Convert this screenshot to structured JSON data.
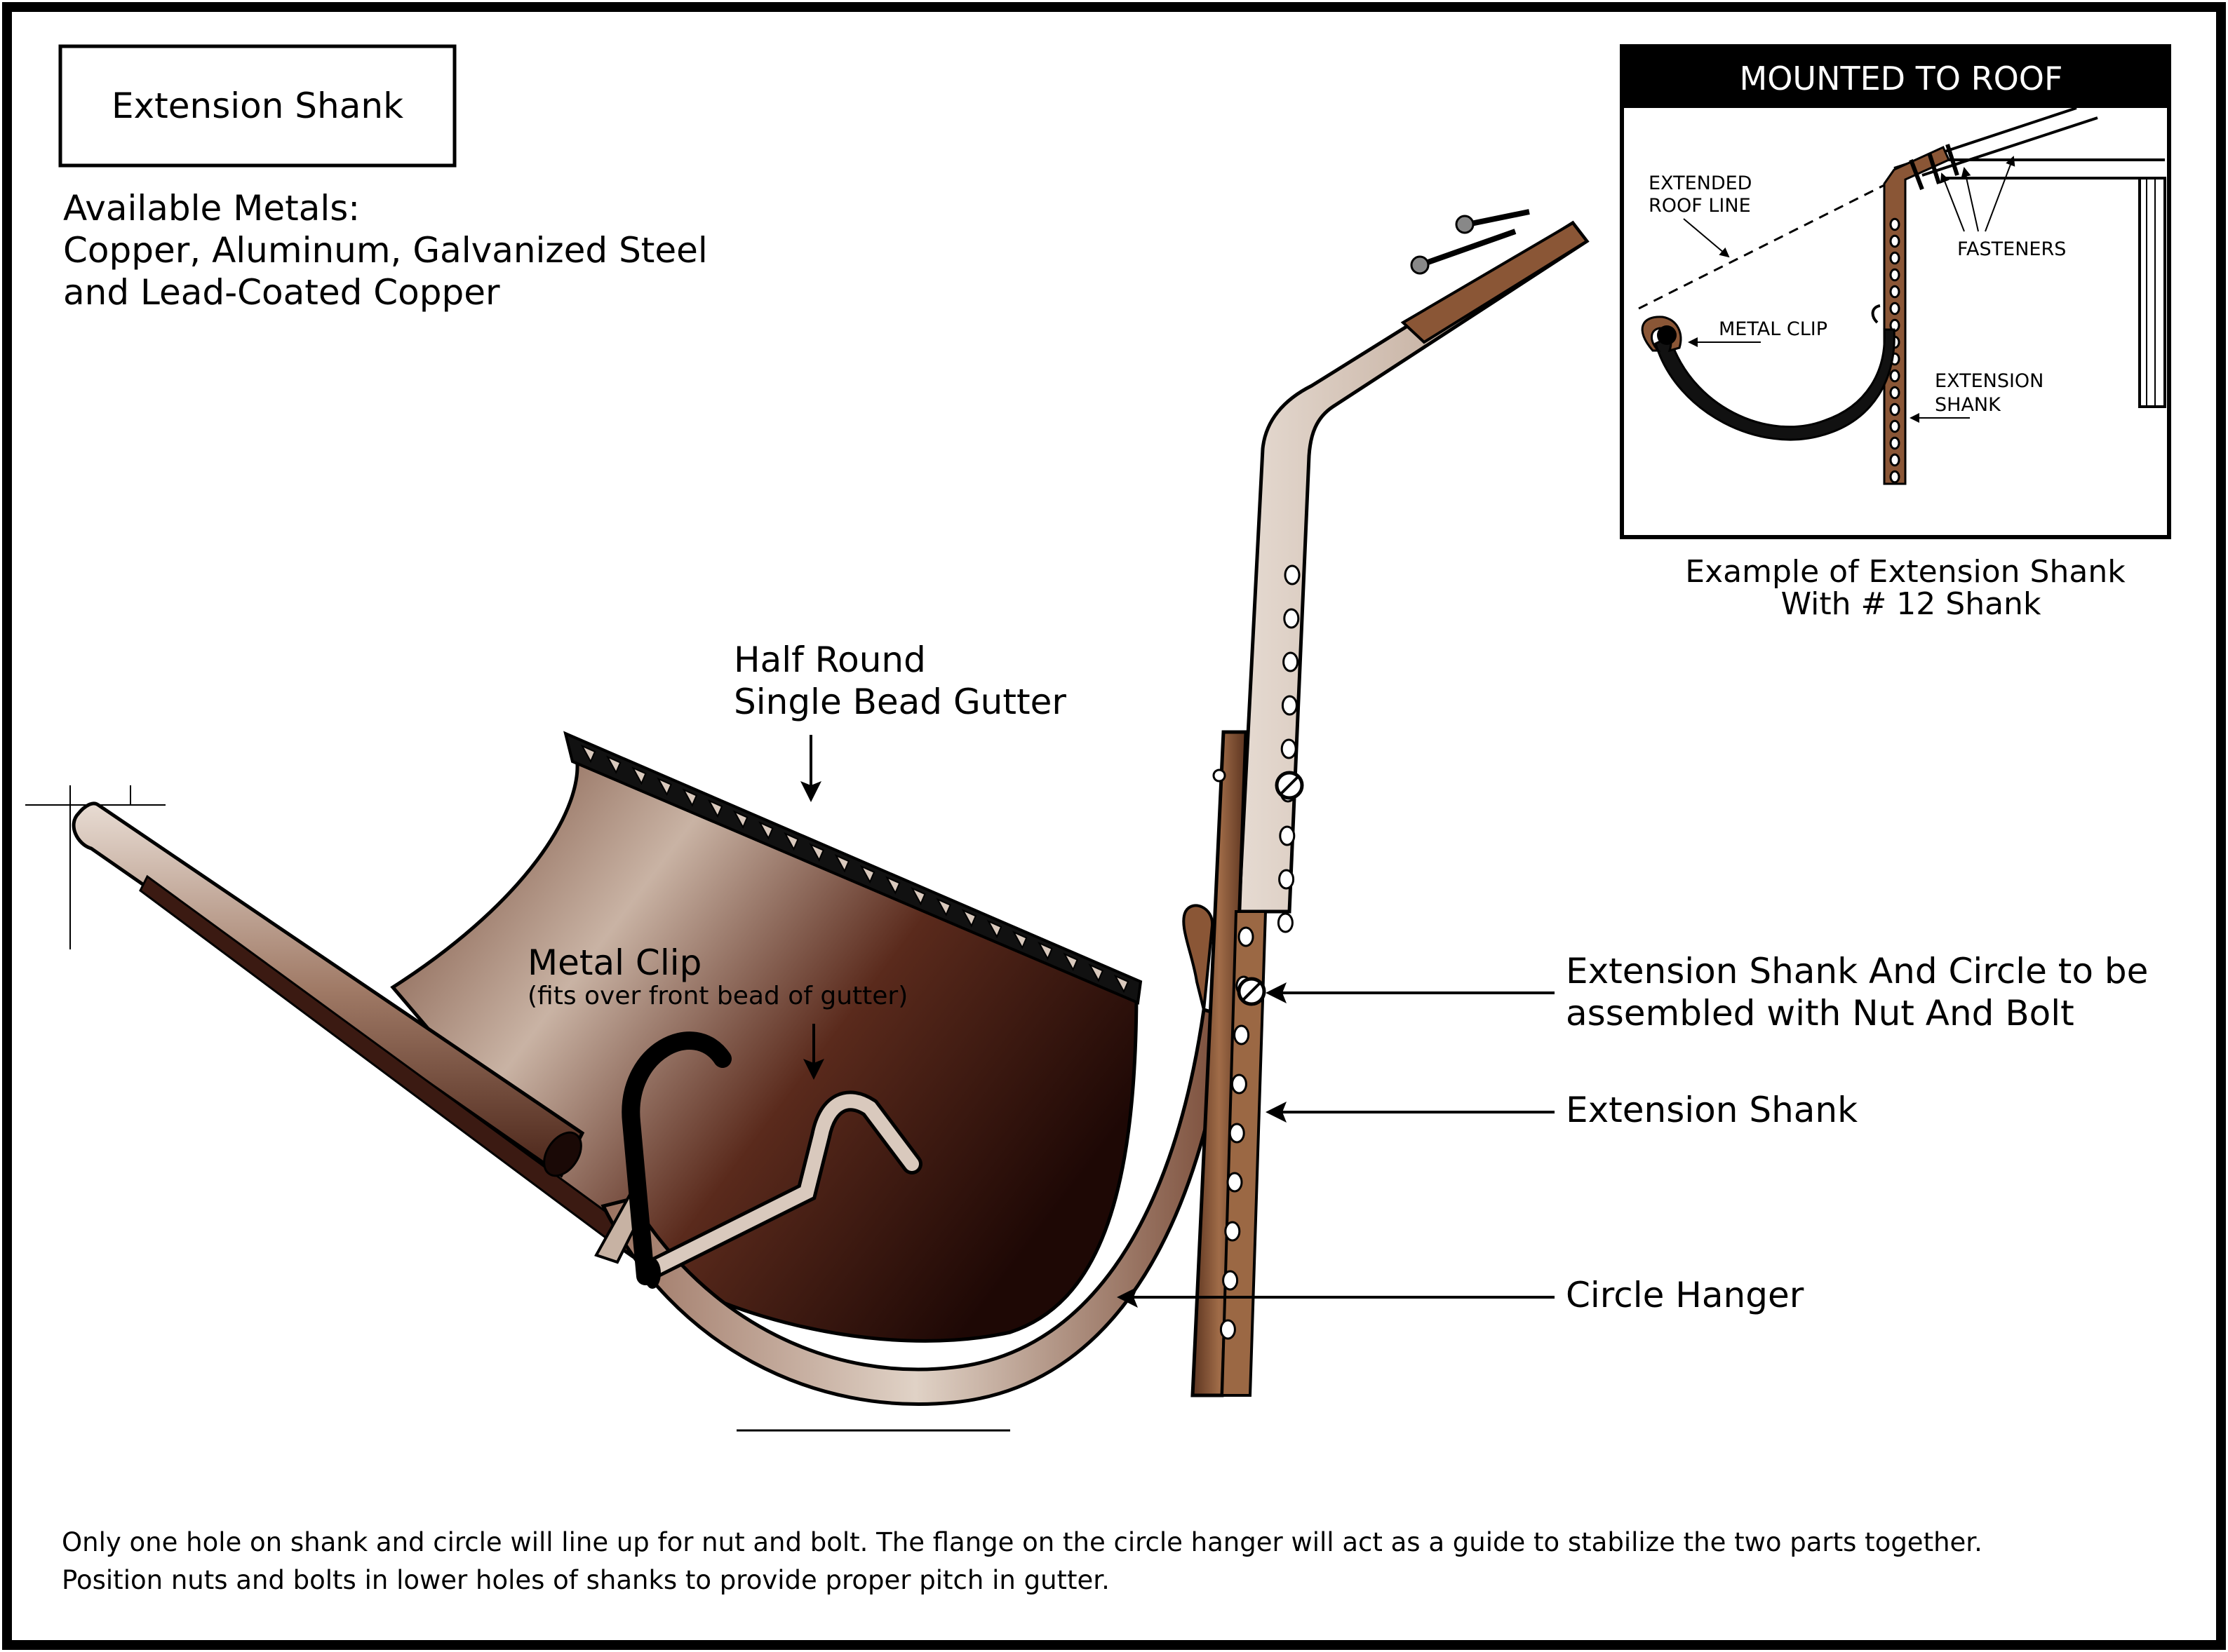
{
  "title_box": {
    "label": "Extension Shank"
  },
  "metals": {
    "heading": "Available Metals:",
    "line1": "Copper, Aluminum, Galvanized Steel",
    "line2": "and Lead-Coated Copper"
  },
  "inset": {
    "banner": "MOUNTED TO ROOF",
    "roof_line_1": "EXTENDED",
    "roof_line_2": "ROOF LINE",
    "fasteners": "FASTENERS",
    "metal_clip": "METAL CLIP",
    "shank_1": "EXTENSION",
    "shank_2": "SHANK",
    "caption_1": "Example of Extension Shank",
    "caption_2": "With # 12 Shank"
  },
  "labels": {
    "gutter_1": "Half Round",
    "gutter_2": "Single Bead Gutter",
    "clip_1": "Metal Clip",
    "clip_2": "(fits over front bead of gutter)",
    "assembly_1": "Extension Shank And Circle to be",
    "assembly_2": "assembled with Nut And Bolt",
    "shank": "Extension Shank",
    "hanger": "Circle Hanger"
  },
  "footer": {
    "line1": "Only one hole on shank and circle will line up for nut and bolt. The flange on the circle hanger will act as a guide to stabilize the two parts together.",
    "line2": "Position nuts and bolts in lower holes of shanks to provide proper pitch in gutter."
  },
  "colors": {
    "copper_dark": "#3b1a12",
    "copper_mid": "#8a5a3c",
    "copper_light": "#d9c9bd",
    "shank_brown": "#8a5636"
  }
}
